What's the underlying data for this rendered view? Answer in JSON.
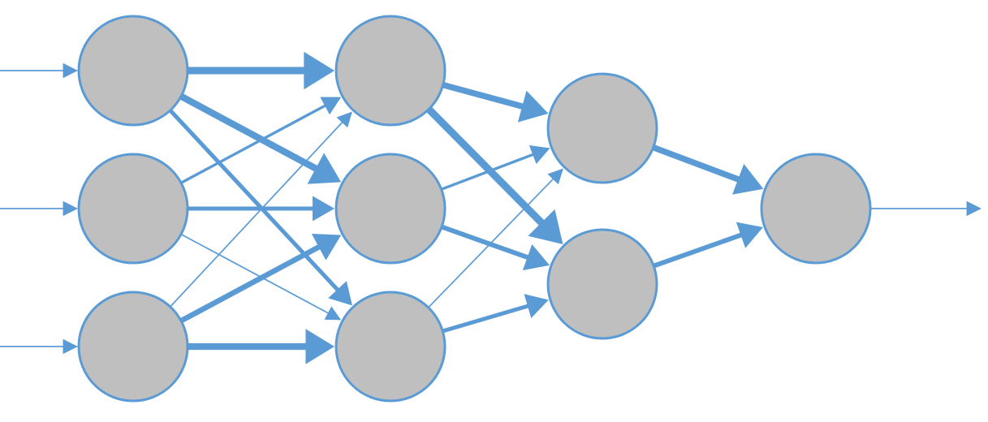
{
  "diagram": {
    "type": "feed-forward-neural-network",
    "layers": [
      {
        "id": "layer-1",
        "node_count": 3
      },
      {
        "id": "layer-2",
        "node_count": 3
      },
      {
        "id": "layer-3",
        "node_count": 2
      },
      {
        "id": "layer-4",
        "node_count": 1
      }
    ],
    "inputs": [
      {
        "to": "n1-0",
        "weight": 1
      },
      {
        "to": "n1-1",
        "weight": 1
      },
      {
        "to": "n1-2",
        "weight": 1
      }
    ],
    "outputs": [
      {
        "from": "n4-0",
        "weight": 1
      }
    ],
    "connections": [
      {
        "from": "n1-0",
        "to": "n2-0",
        "weight": 10
      },
      {
        "from": "n1-0",
        "to": "n2-1",
        "weight": 9
      },
      {
        "from": "n1-0",
        "to": "n2-2",
        "weight": 5
      },
      {
        "from": "n1-1",
        "to": "n2-0",
        "weight": 3
      },
      {
        "from": "n1-1",
        "to": "n2-1",
        "weight": 5
      },
      {
        "from": "n1-1",
        "to": "n2-2",
        "weight": 1
      },
      {
        "from": "n1-2",
        "to": "n2-0",
        "weight": 1
      },
      {
        "from": "n1-2",
        "to": "n2-1",
        "weight": 7
      },
      {
        "from": "n1-2",
        "to": "n2-2",
        "weight": 9
      },
      {
        "from": "n2-0",
        "to": "n3-0",
        "weight": 8
      },
      {
        "from": "n2-0",
        "to": "n3-1",
        "weight": 10
      },
      {
        "from": "n2-1",
        "to": "n3-0",
        "weight": 3
      },
      {
        "from": "n2-1",
        "to": "n3-1",
        "weight": 6
      },
      {
        "from": "n2-2",
        "to": "n3-0",
        "weight": 1
      },
      {
        "from": "n2-2",
        "to": "n3-1",
        "weight": 5
      },
      {
        "from": "n3-0",
        "to": "n4-0",
        "weight": 8
      },
      {
        "from": "n3-1",
        "to": "n4-0",
        "weight": 6
      }
    ]
  },
  "colors": {
    "edge": "#5b9bd5",
    "node_fill": "#bfbfbf",
    "node_stroke": "#5b9bd5"
  }
}
